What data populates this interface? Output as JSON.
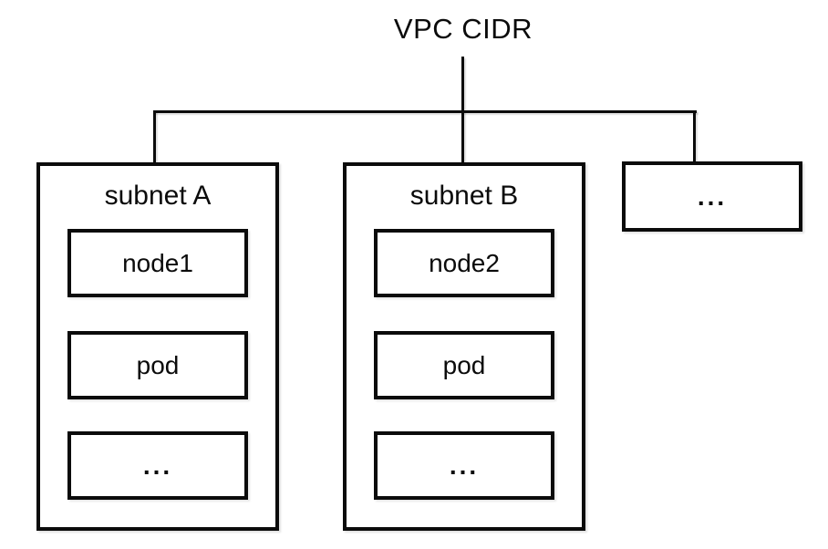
{
  "diagram": {
    "title": "VPC CIDR",
    "subnets": [
      {
        "label": "subnet A",
        "children": [
          "node1",
          "pod",
          "..."
        ]
      },
      {
        "label": "subnet B",
        "children": [
          "node2",
          "pod",
          "..."
        ]
      }
    ],
    "more_subnets_label": "...",
    "colors": {
      "stroke": "#0b0b0b",
      "background": "#ffffff"
    }
  }
}
